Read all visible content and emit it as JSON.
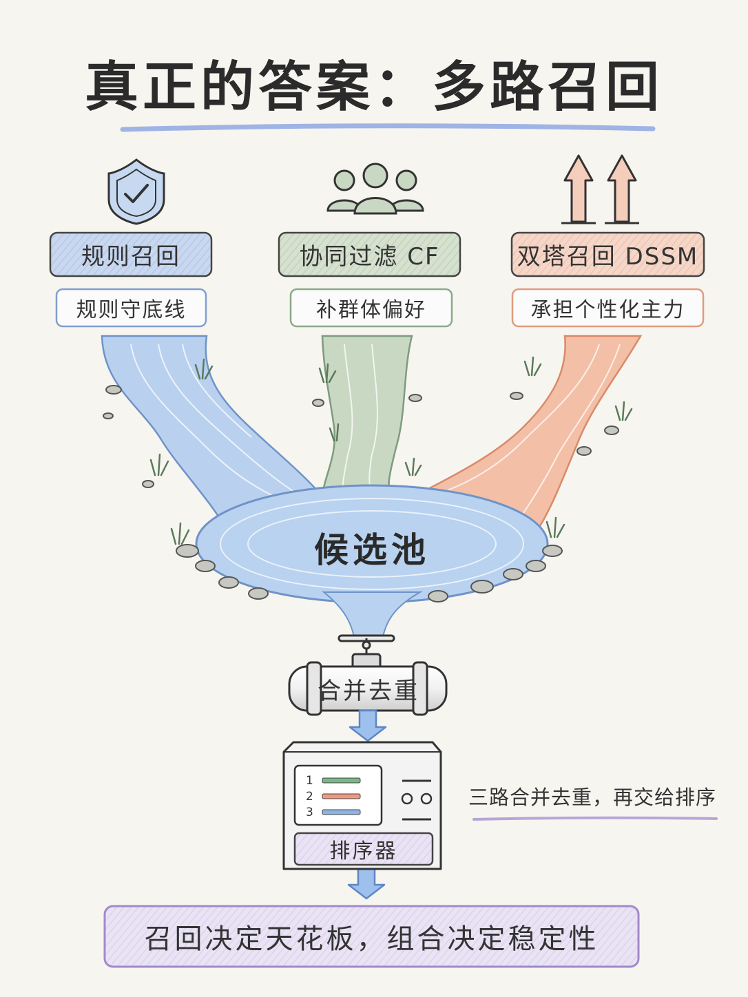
{
  "title": "真正的答案：多路召回",
  "routes": [
    {
      "label": "规则召回",
      "sublabel": "规则守底线",
      "icon": "shield-check-icon",
      "color": "#c9d8ef",
      "border": "#5e7fbf",
      "stream": "#a9c6ea"
    },
    {
      "label": "协同过滤 CF",
      "sublabel": "补群体偏好",
      "icon": "users-group-icon",
      "color": "#d7e2d2",
      "border": "#6f9070",
      "stream": "#b8cdb3"
    },
    {
      "label": "双塔召回 DSSM",
      "sublabel": "承担个性化主力",
      "icon": "double-arrow-up-icon",
      "color": "#f4d5c7",
      "border": "#d27b5c",
      "stream": "#f1b79d"
    }
  ],
  "pool_label": "候选池",
  "pipe_label": "合并去重",
  "sorter": {
    "label": "排序器",
    "items": [
      {
        "num": "1",
        "color": "#79b886"
      },
      {
        "num": "2",
        "color": "#ef9a7e"
      },
      {
        "num": "3",
        "color": "#8fb4e3"
      }
    ]
  },
  "side_note": "三路合并去重，再交给排序",
  "bottom_text": "召回决定天花板，组合决定稳定性",
  "colors": {
    "accent_purple": "#e7e1f3",
    "purple_border": "#a08ac9",
    "arrow_blue": "#9ec0ec",
    "title_underline": "#9fb4e4"
  }
}
